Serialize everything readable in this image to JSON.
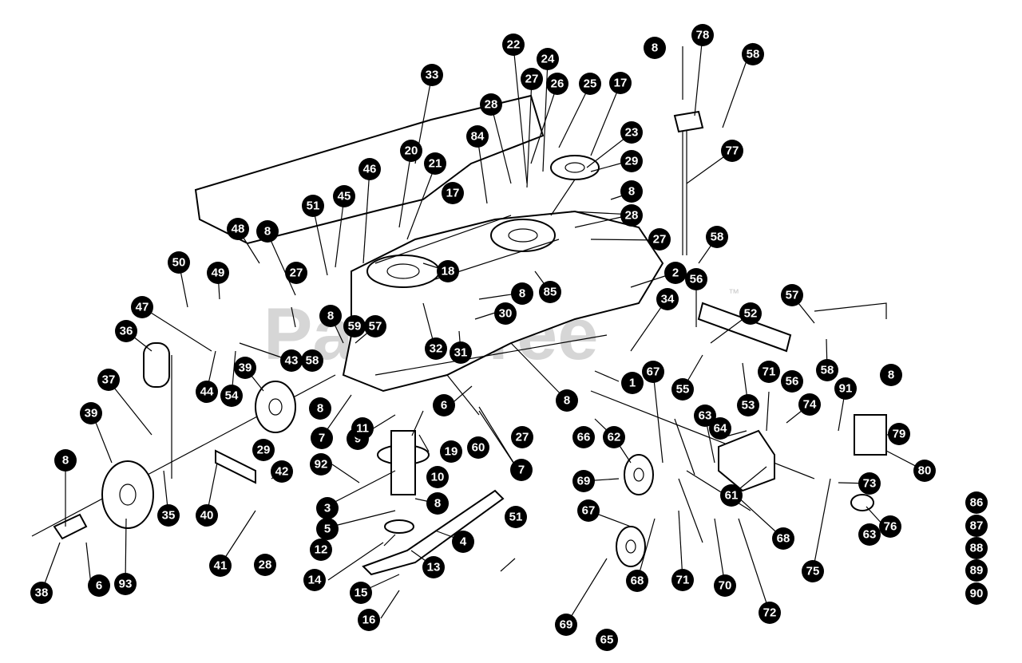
{
  "diagram": {
    "watermark": "PartsTree",
    "watermark_mark": "™",
    "callouts": [
      "1",
      "2",
      "3",
      "4",
      "5",
      "6",
      "7",
      "8",
      "9",
      "10",
      "11",
      "12",
      "13",
      "14",
      "15",
      "16",
      "17",
      "18",
      "19",
      "20",
      "21",
      "22",
      "23",
      "24",
      "25",
      "26",
      "27",
      "28",
      "29",
      "30",
      "31",
      "32",
      "33",
      "34",
      "35",
      "36",
      "37",
      "38",
      "39",
      "40",
      "41",
      "42",
      "43",
      "44",
      "45",
      "46",
      "47",
      "48",
      "49",
      "50",
      "51",
      "52",
      "53",
      "54",
      "55",
      "56",
      "57",
      "58",
      "59",
      "60",
      "61",
      "62",
      "63",
      "64",
      "65",
      "66",
      "67",
      "68",
      "69",
      "70",
      "71",
      "72",
      "73",
      "74",
      "75",
      "76",
      "77",
      "78",
      "79",
      "80",
      "84",
      "85",
      "86",
      "87",
      "88",
      "89",
      "90",
      "91",
      "92",
      "93"
    ]
  }
}
